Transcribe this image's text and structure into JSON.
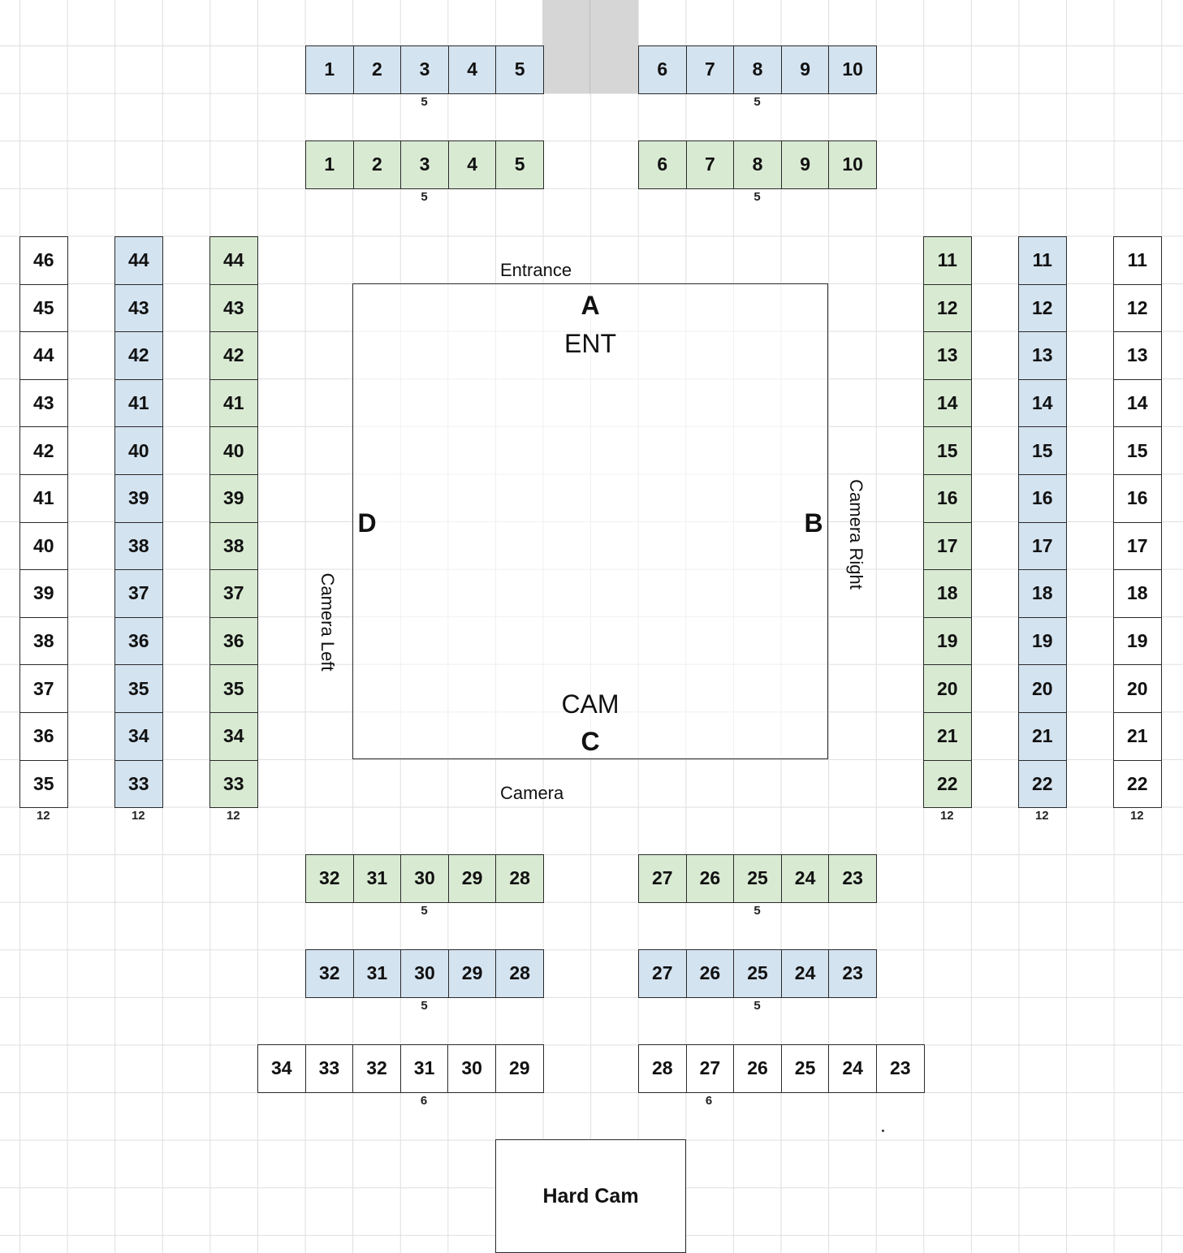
{
  "colors": {
    "blue": "#d4e3f0",
    "green": "#d9ead3",
    "white": "#ffffff",
    "gray": "#d6d6d6"
  },
  "labels": {
    "entrance": "Entrance",
    "camera": "Camera",
    "camera_left": "Camera Left",
    "camera_right": "Camera Right",
    "hard_cam": "Hard Cam"
  },
  "ring": {
    "letter_a": "A",
    "ent": "ENT",
    "letter_b": "B",
    "letter_c": "C",
    "cam": "CAM",
    "letter_d": "D"
  },
  "sections": [
    {
      "id": "top-blue-left",
      "color": "blue",
      "seats": [
        "1",
        "2",
        "3",
        "4",
        "5"
      ],
      "count": "5"
    },
    {
      "id": "top-blue-right",
      "color": "blue",
      "seats": [
        "6",
        "7",
        "8",
        "9",
        "10"
      ],
      "count": "5"
    },
    {
      "id": "top-green-left",
      "color": "green",
      "seats": [
        "1",
        "2",
        "3",
        "4",
        "5"
      ],
      "count": "5"
    },
    {
      "id": "top-green-right",
      "color": "green",
      "seats": [
        "6",
        "7",
        "8",
        "9",
        "10"
      ],
      "count": "5"
    },
    {
      "id": "left-white",
      "color": "white",
      "seats": [
        "46",
        "45",
        "44",
        "43",
        "42",
        "41",
        "40",
        "39",
        "38",
        "37",
        "36",
        "35"
      ],
      "count": "12"
    },
    {
      "id": "left-blue",
      "color": "blue",
      "seats": [
        "44",
        "43",
        "42",
        "41",
        "40",
        "39",
        "38",
        "37",
        "36",
        "35",
        "34",
        "33"
      ],
      "count": "12"
    },
    {
      "id": "left-green",
      "color": "green",
      "seats": [
        "44",
        "43",
        "42",
        "41",
        "40",
        "39",
        "38",
        "37",
        "36",
        "35",
        "34",
        "33"
      ],
      "count": "12"
    },
    {
      "id": "right-green",
      "color": "green",
      "seats": [
        "11",
        "12",
        "13",
        "14",
        "15",
        "16",
        "17",
        "18",
        "19",
        "20",
        "21",
        "22"
      ],
      "count": "12"
    },
    {
      "id": "right-blue",
      "color": "blue",
      "seats": [
        "11",
        "12",
        "13",
        "14",
        "15",
        "16",
        "17",
        "18",
        "19",
        "20",
        "21",
        "22"
      ],
      "count": "12"
    },
    {
      "id": "right-white",
      "color": "white",
      "seats": [
        "11",
        "12",
        "13",
        "14",
        "15",
        "16",
        "17",
        "18",
        "19",
        "20",
        "21",
        "22"
      ],
      "count": "12"
    },
    {
      "id": "bottom-green-left",
      "color": "green",
      "seats": [
        "32",
        "31",
        "30",
        "29",
        "28"
      ],
      "count": "5"
    },
    {
      "id": "bottom-green-right",
      "color": "green",
      "seats": [
        "27",
        "26",
        "25",
        "24",
        "23"
      ],
      "count": "5"
    },
    {
      "id": "bottom-blue-left",
      "color": "blue",
      "seats": [
        "32",
        "31",
        "30",
        "29",
        "28"
      ],
      "count": "5"
    },
    {
      "id": "bottom-blue-right",
      "color": "blue",
      "seats": [
        "27",
        "26",
        "25",
        "24",
        "23"
      ],
      "count": "5"
    },
    {
      "id": "bottom-white-left",
      "color": "white",
      "seats": [
        "34",
        "33",
        "32",
        "31",
        "30",
        "29"
      ],
      "count": "6"
    },
    {
      "id": "bottom-white-right",
      "color": "white",
      "seats": [
        "28",
        "27",
        "26",
        "25",
        "24",
        "23"
      ],
      "count": "6"
    }
  ]
}
